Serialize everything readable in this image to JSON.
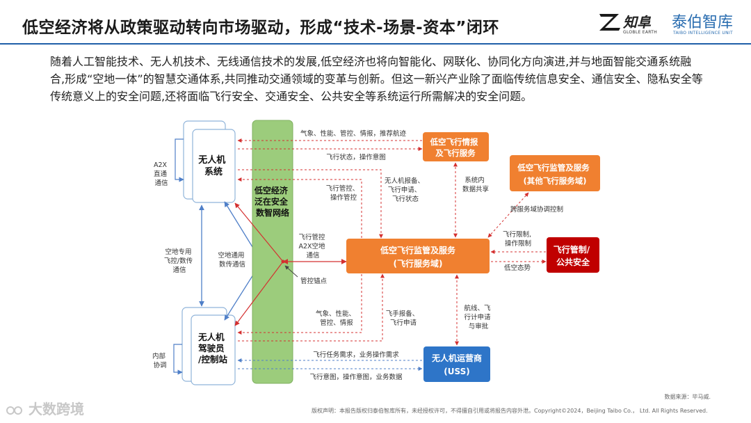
{
  "title": "低空经济将从政策驱动转向市场驱动，形成“技术-场景-资本”闭环",
  "logos": {
    "zhizhuo_name": "知阜",
    "zhizhuo_sub": "GLOBLE EARTH",
    "taibo_name": "泰伯智库",
    "taibo_sub": "TAIBO INTELLIGENCE UNIT"
  },
  "intro": "随着人工智能技术、无人机技术、无线通信技术的发展,低空经济也将向智能化、网联化、协同化方向演进,并与地面智能交通系统融合,形成“空地一体”的智慧交通体系,共同推动交通领域的变革与创新。但这一新兴产业除了面临传统信息安全、通信安全、隐私安全等传统意义上的安全问题,还将面临飞行安全、交通安全、公共安全等系统运行所需解决的安全问题。",
  "diagram": {
    "colors": {
      "blue_box_border": "#8fb3d9",
      "green_bar": "#9ccc7c",
      "orange": "#f08030",
      "dark_red": "#c00000",
      "blue_node": "#2e75c8",
      "red_arrow": "#d43030",
      "blue_arrow": "#4f7fc8"
    },
    "nodes": {
      "uav_system": "无人机\n系统",
      "uav_pilot": "无人机\n驾驶员\n/控制站",
      "network": "低空经济\n泛在安全\n数智网络",
      "info_service": "低空飞行情报\n及飞行服务",
      "other_service": "低空飞行监管及服务\n(其他飞行服务域)",
      "main_service_l1": "低空飞行监管及服务",
      "main_service_l2": "(飞行服务域)",
      "control": "飞行管制/\n公共安全",
      "uss_l1": "无人机运营商",
      "uss_l2": "(USS)"
    },
    "labels": {
      "a2x": "A2X\n直通\n通信",
      "ground_dedicated": "空地专用\n飞控/数传\n通信",
      "ground_general": "空地通用\n数传通信",
      "internal": "内部\n协调",
      "weather_top": "气象、性能、管控、情报，推荐航迹",
      "flight_status_top": "飞行状态，操作意图",
      "flight_mgmt": "飞行管控、\n操作管控",
      "uav_report": "无人机报备、\n飞行申请、\n飞行状态",
      "data_share": "系统内\n数据共享",
      "cross_domain": "跨服务域协调控制",
      "a2x_airground": "飞行管控\nA2X空地\n通信",
      "anchor": "管控锚点",
      "flight_limit": "飞行限制,\n操作限制",
      "low_alt_situation": "低空态势",
      "weather_bottom": "气象、性能、\n管控、情报",
      "pilot_report": "飞手报备、\n飞行申请",
      "route_plan": "航线、飞\n行计申请\n与审批",
      "task_demand": "飞行任务需求，业务操作需求",
      "intent_data": "飞行意图，操作意图，业务数据"
    }
  },
  "source": "数据来源：毕马威.",
  "footer": "版权声明：本报告版权归泰伯智库所有，未经授权许可，不得擅自引用或将报告内容外泄。Copyright©2024，Beijing Taibo Co.， Ltd. All Rights Reserved.",
  "watermark": "大数跨境"
}
